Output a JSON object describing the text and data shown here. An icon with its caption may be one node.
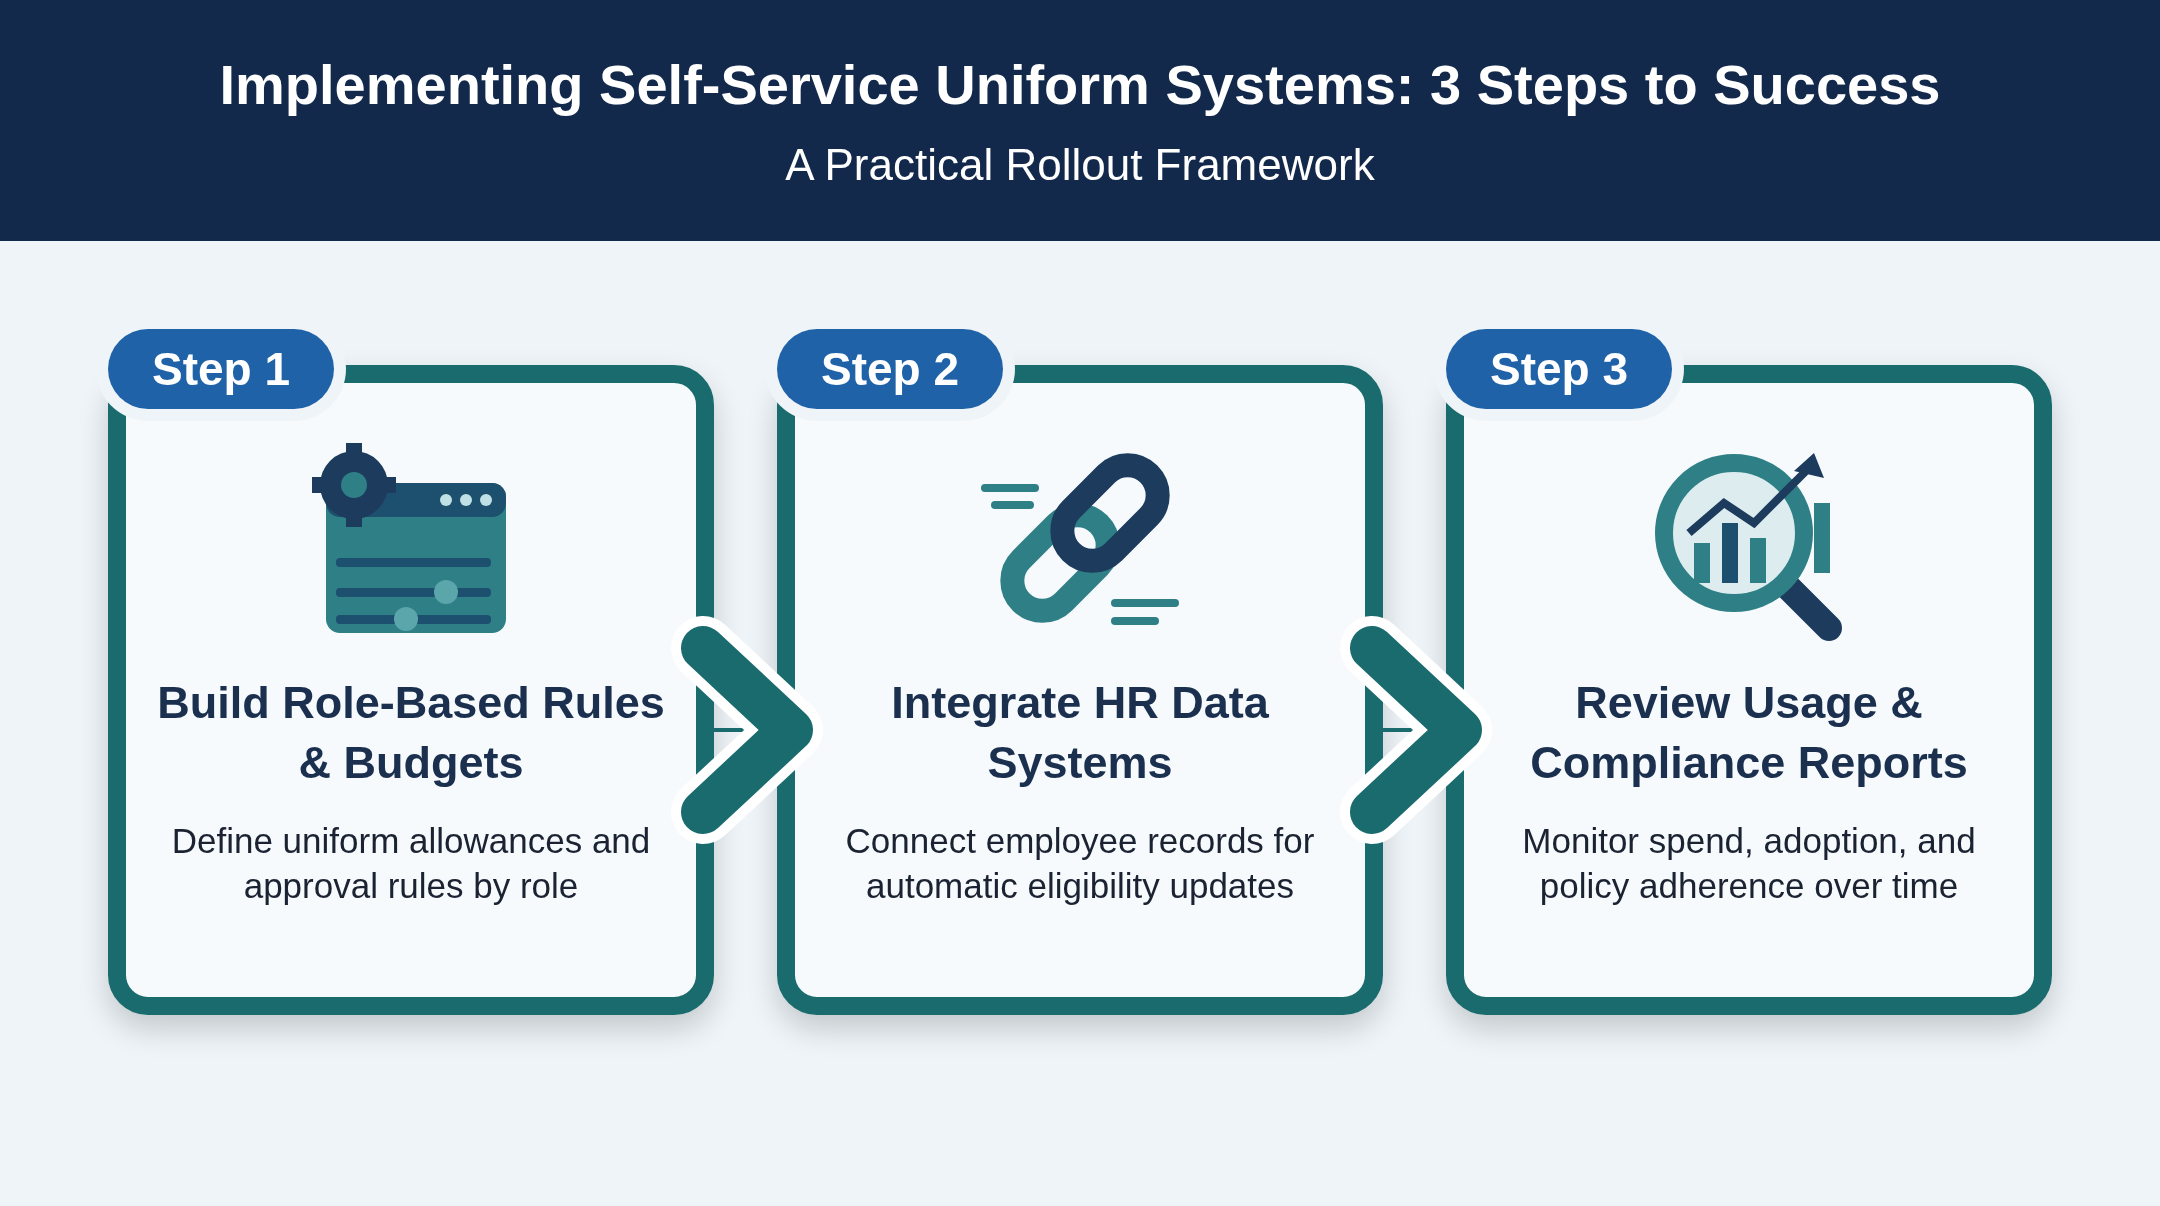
{
  "diagram": {
    "title": "Implementing Self-Service Uniform Systems: 3 Steps to Success",
    "nodes": [
      {
        "text": [
          "Step 1",
          "Build Role-Based Rules & Budgets",
          "Define uniform allowances and approval rules by role"
        ]
      },
      {
        "text": [
          "Step 2",
          "Integrate HR Data Systems",
          "Connect employee records for automatic eligibility updates"
        ]
      },
      {
        "text": [
          "Step 3",
          "Review Usage & Compliance Reports",
          "Monitor spend, adoption, and policy adherence over time"
        ]
      }
    ],
    "edges": [
      {
        "from": 0,
        "to": 1,
        "arrow": "to"
      },
      {
        "from": 1,
        "to": 2,
        "arrow": "to"
      }
    ],
    "labels": [
      "A Practical Rollout Framework"
    ]
  }
}
